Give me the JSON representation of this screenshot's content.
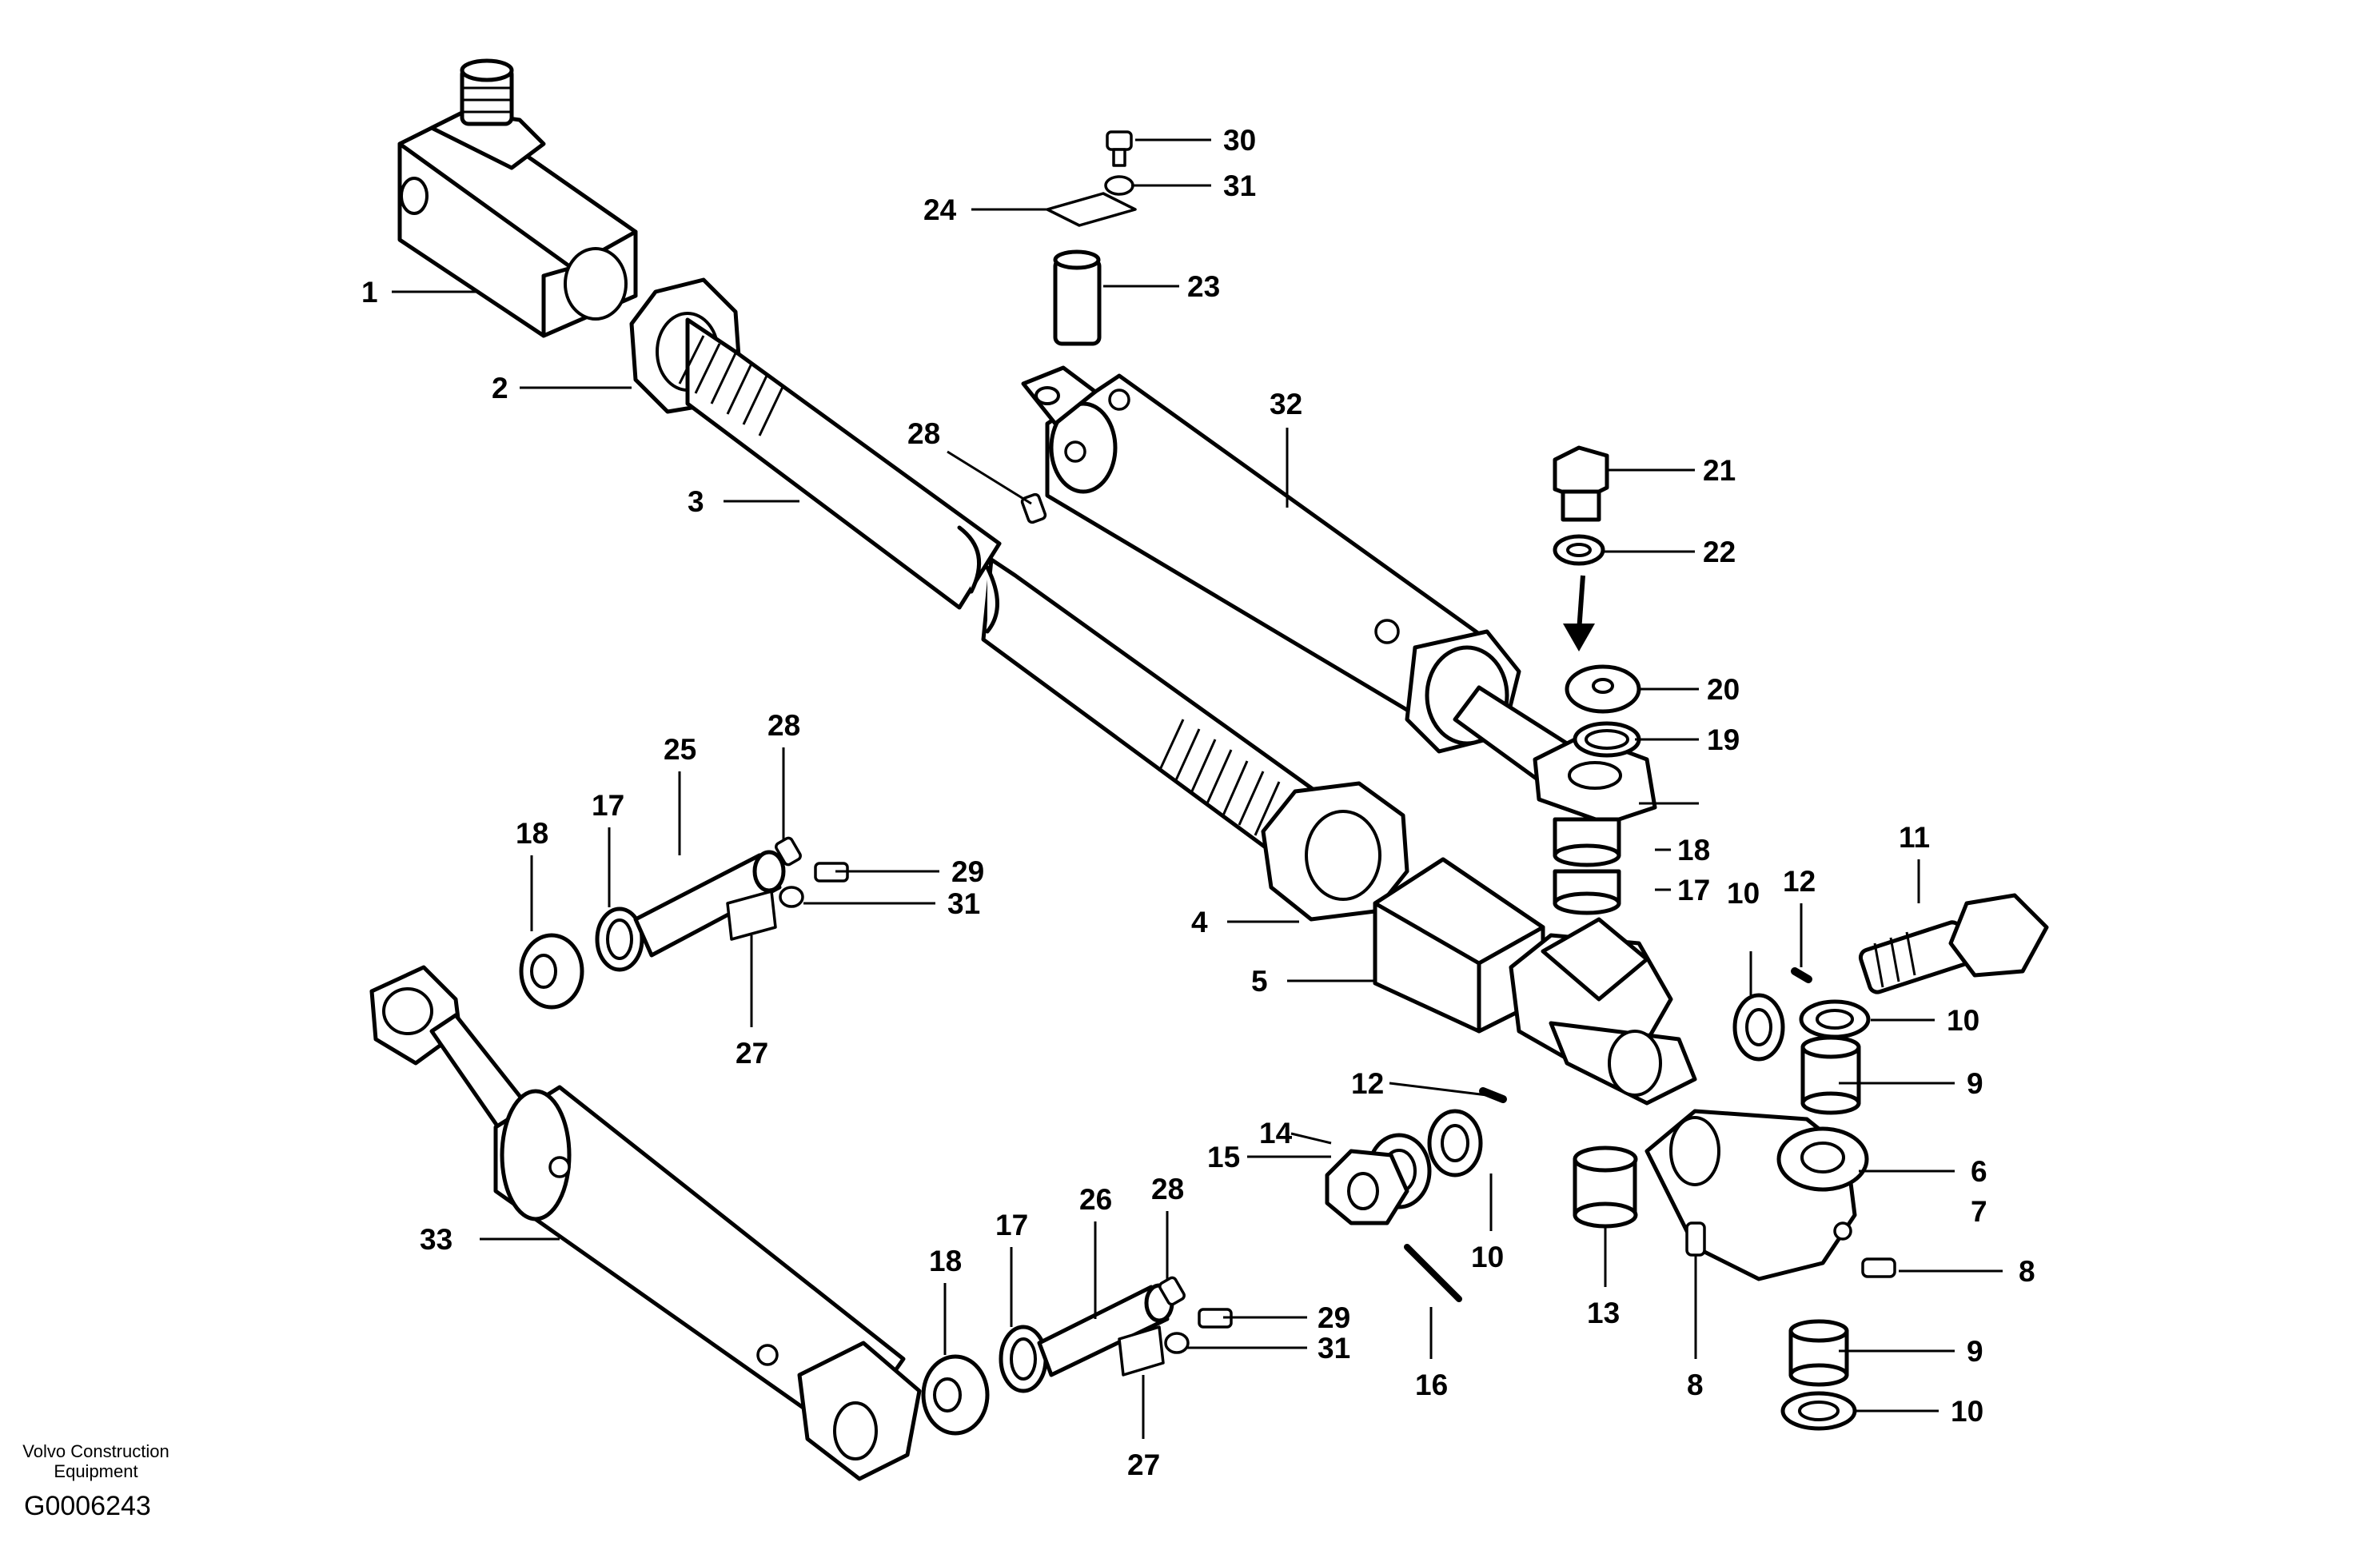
{
  "caption": {
    "company_line1": "Volvo Construction",
    "company_line2": "Equipment",
    "figure_id": "G0006243"
  },
  "callouts": {
    "c1": "1",
    "c2": "2",
    "c3": "3",
    "c4": "4",
    "c5": "5",
    "c6": "6",
    "c7": "7",
    "c8a": "8",
    "c8b": "8",
    "c9a": "9",
    "c9b": "9",
    "c10a": "10",
    "c10b": "10",
    "c10c": "10",
    "c10d": "10",
    "c11": "11",
    "c12a": "12",
    "c12b": "12",
    "c13": "13",
    "c14": "14",
    "c15": "15",
    "c16": "16",
    "c17a": "17",
    "c17b": "17",
    "c17c": "17",
    "c18a": "18",
    "c18b": "18",
    "c18c": "18",
    "c19": "19",
    "c20": "20",
    "c21": "21",
    "c22": "22",
    "c23": "23",
    "c24": "24",
    "c25": "25",
    "c26": "26",
    "c27a": "27",
    "c27b": "27",
    "c28a": "28",
    "c28b": "28",
    "c28c": "28",
    "c29a": "29",
    "c29b": "29",
    "c30": "30",
    "c31a": "31",
    "c31b": "31",
    "c31c": "31",
    "c32": "32",
    "c33": "33"
  }
}
